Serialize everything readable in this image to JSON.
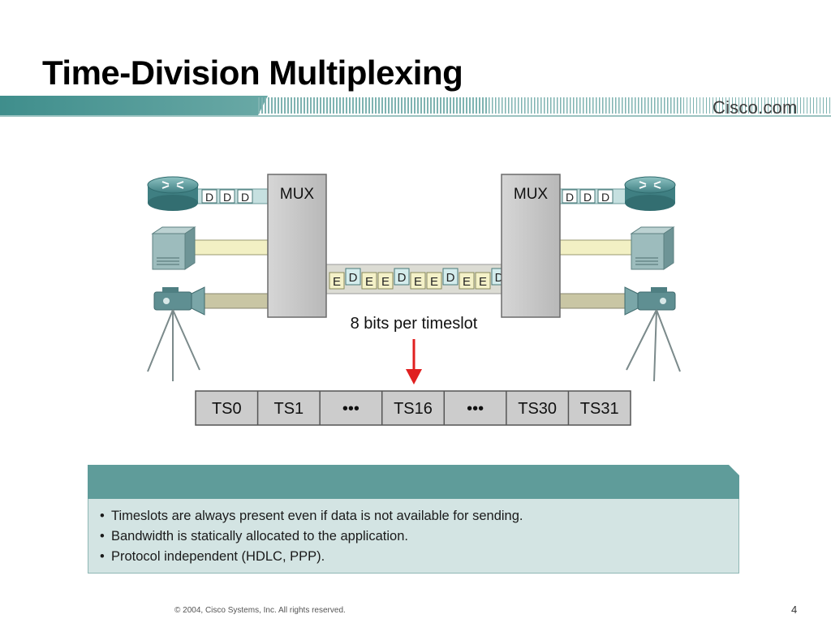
{
  "slide": {
    "title": "Time-Division Multiplexing",
    "brand": "Cisco.com",
    "copyright": "© 2004, Cisco Systems, Inc. All rights reserved.",
    "page_number": "4"
  },
  "diagram": {
    "mux_left_label": "MUX",
    "mux_right_label": "MUX",
    "timeslot_caption": "8 bits per timeslot",
    "data_packet_letter": "D",
    "trunk_cells": [
      "E",
      "D",
      "E",
      "E",
      "D",
      "E",
      "E",
      "D",
      "E",
      "E",
      "D"
    ],
    "timeslots": [
      "TS0",
      "TS1",
      "•••",
      "TS16",
      "•••",
      "TS30",
      "TS31"
    ]
  },
  "info": {
    "bullets": [
      "Timeslots are always present even if data is not available for sending.",
      "Bandwidth is statically allocated to the application.",
      "Protocol independent (HDLC, PPP)."
    ]
  },
  "colors": {
    "accent_teal": "#5f9c9a",
    "info_bg": "#d3e4e3",
    "arrow_red": "#e02020",
    "mux_gray": "#c8c8c8"
  }
}
